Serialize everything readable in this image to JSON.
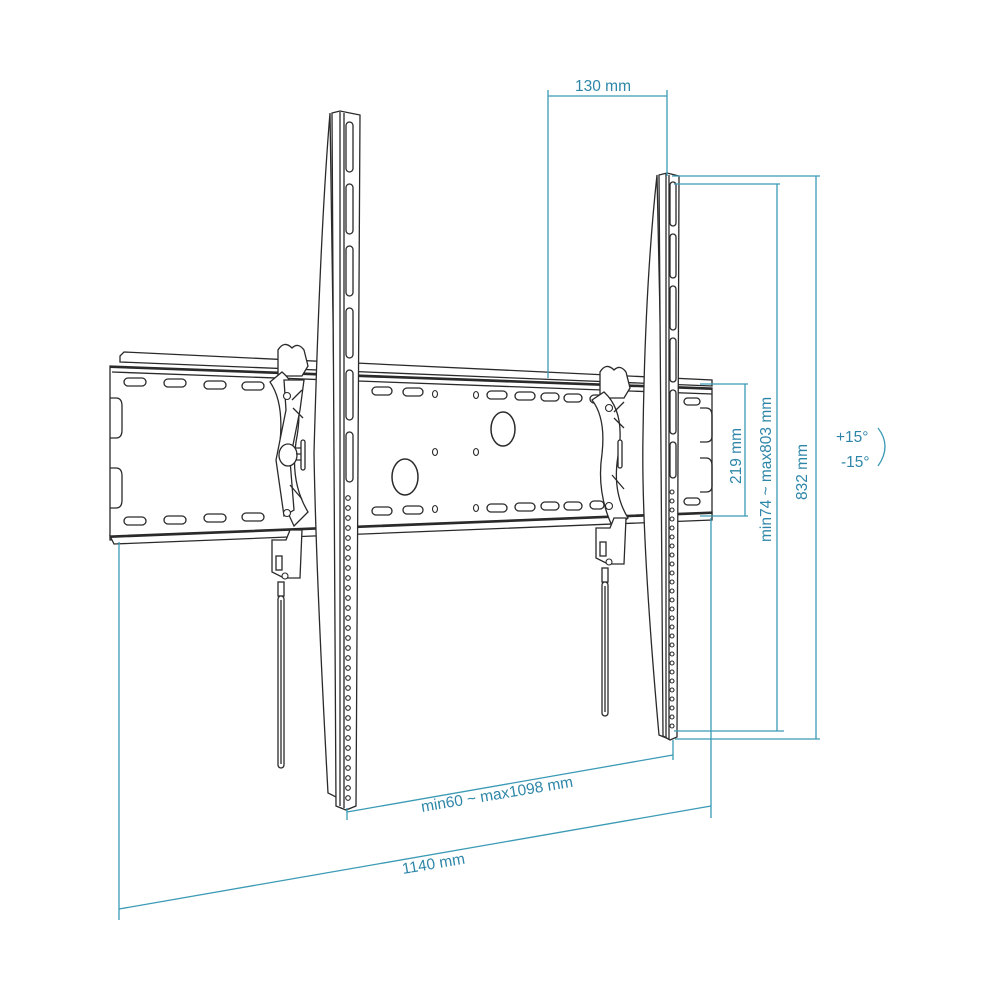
{
  "diagram": {
    "subject": "Tilting TV wall mount bracket",
    "colors": {
      "linework": "#2a2a2a",
      "dimension_lines": "#3a9ab5",
      "dimension_text": "#2d86a8",
      "background": "#ffffff"
    },
    "dimensions": {
      "depth": "130 mm",
      "arm_height": "832 mm",
      "vertical_hole_range": "min74 ~ max803 mm",
      "wall_plate_height": "219 mm",
      "horizontal_hole_range": "min60 ~ max1098 mm",
      "total_width": "1140 mm"
    },
    "tilt": {
      "up": "+15°",
      "down": "-15°"
    },
    "components": [
      "wall-plate",
      "left-vertical-arm",
      "right-vertical-arm",
      "left-tilt-bracket",
      "right-tilt-bracket",
      "left-safety-cord",
      "right-safety-cord"
    ]
  }
}
